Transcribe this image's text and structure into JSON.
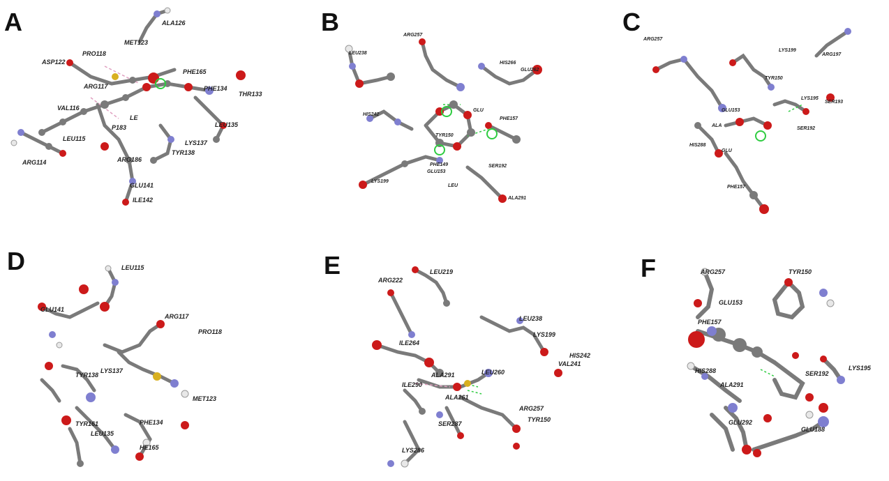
{
  "panels": [
    {
      "letter": "A",
      "residues": [
        "ALA126",
        "MET123",
        "PRO118",
        "ASP122",
        "PHE165",
        "ARG117",
        "VAL116",
        "PHE134",
        "THR133",
        "LEU135",
        "LYS137",
        "TYR138",
        "ARG186",
        "LEU115",
        "ARG114",
        "GLU141",
        "ILE142",
        "P183",
        "LE"
      ]
    },
    {
      "letter": "B",
      "residues": [
        "ARG257",
        "LEU238",
        "HIS266",
        "GLU262",
        "HIS242",
        "GLU",
        "PHE157",
        "TYR150",
        "SER192",
        "PHE149",
        "GLU153",
        "LYS199",
        "LEU",
        "ALA291"
      ]
    },
    {
      "letter": "C",
      "residues": [
        "ARG257",
        "LYS199",
        "TYR150",
        "ARG197",
        "LYS195",
        "SER193",
        "GLU153",
        "SER192",
        "ALA",
        "HIS288",
        "GLU",
        "PHE157"
      ]
    },
    {
      "letter": "D",
      "residues": [
        "LEU115",
        "GLU141",
        "ARG117",
        "PRO118",
        "TYR138",
        "LYS137",
        "MET123",
        "TYR161",
        "PHE134",
        "LEU135",
        "HE165"
      ]
    },
    {
      "letter": "E",
      "residues": [
        "LEU219",
        "ARG222",
        "LEU238",
        "LYS199",
        "ILE264",
        "HIS242",
        "VAL241",
        "ALA291",
        "LEU260",
        "ILE290",
        "ALA261",
        "ARG257",
        "TYR150",
        "SER287",
        "LYS286"
      ]
    },
    {
      "letter": "F",
      "residues": [
        "ARG257",
        "TYR150",
        "GLU153",
        "PHE157",
        "HIS288",
        "ALA291",
        "SER192",
        "LYS195",
        "GLU292",
        "GLU188"
      ]
    }
  ],
  "colors": {
    "carbon": "#7a7a7a",
    "oxygen": "#cc1a1a",
    "nitrogen": "#7f7fd0",
    "hydrogen": "#e8e8e8",
    "sulfur": "#d8b020",
    "hbond": "#2ecc40",
    "pi": "#e0a0c0"
  }
}
